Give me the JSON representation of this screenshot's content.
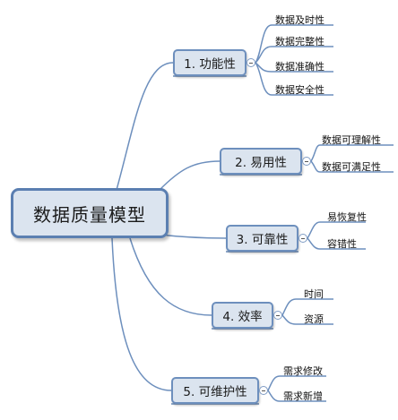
{
  "root": {
    "label": "数据质量模型"
  },
  "branches": [
    {
      "label": "1. 功能性",
      "children": [
        "数据及时性",
        "数据完整性",
        "数据准确性",
        "数据安全性"
      ]
    },
    {
      "label": "2. 易用性",
      "children": [
        "数据可理解性",
        "数据可满足性"
      ]
    },
    {
      "label": "3. 可靠性",
      "children": [
        "易恢复性",
        "容错性"
      ]
    },
    {
      "label": "4. 效率",
      "children": [
        "时间",
        "资源"
      ]
    },
    {
      "label": "5. 可维护性",
      "children": [
        "需求修改",
        "需求新增"
      ]
    }
  ],
  "colors": {
    "node_fill": "#dbe4ef",
    "node_border": "#5b7fb1",
    "line": "#6d8fbd"
  }
}
